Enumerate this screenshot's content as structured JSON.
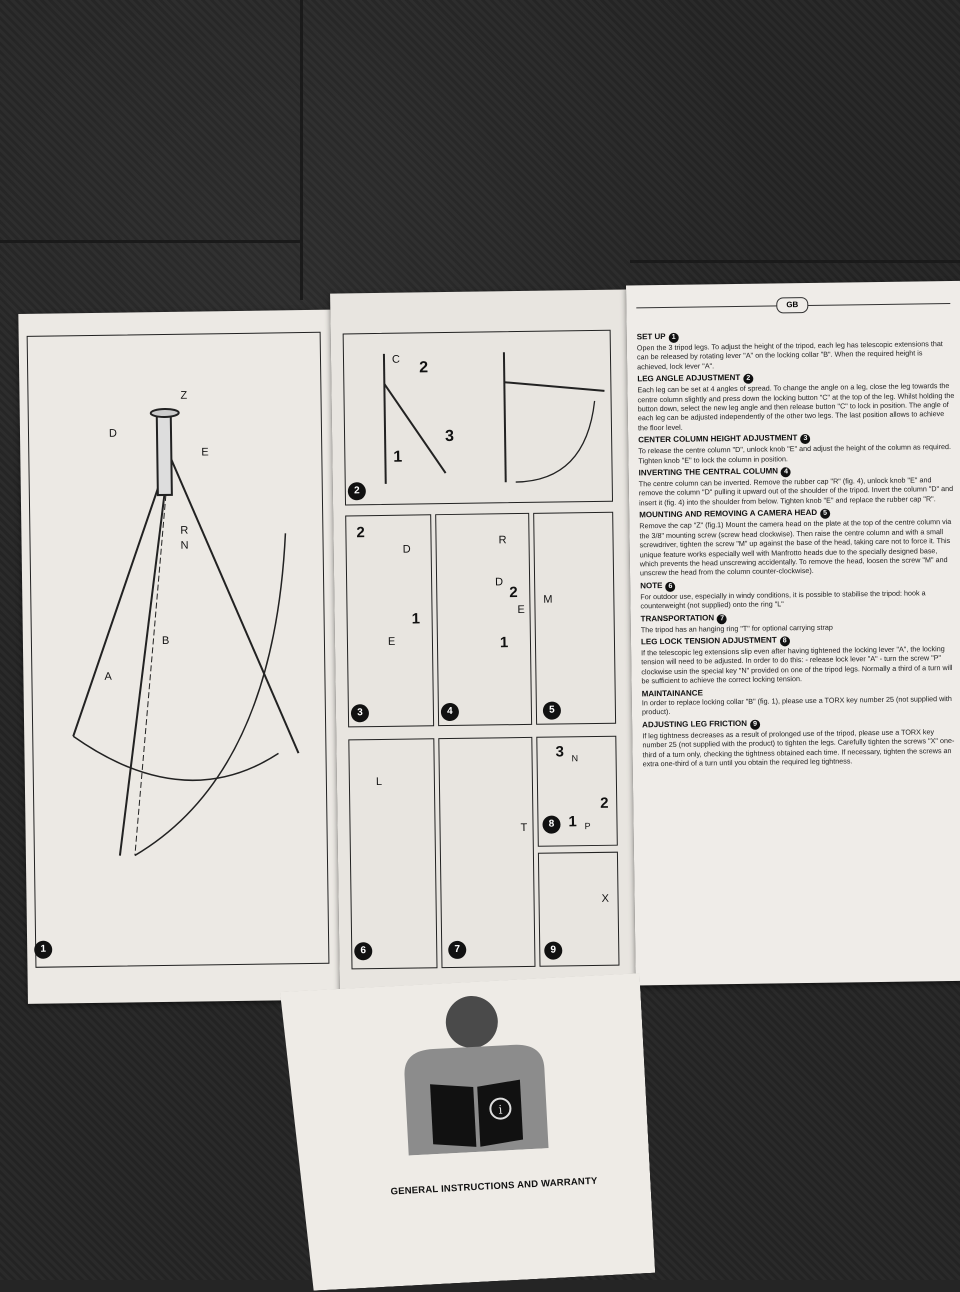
{
  "leaflet": {
    "page1": {
      "labels": [
        "Z",
        "D",
        "E",
        "R",
        "N",
        "B",
        "A"
      ],
      "badge": "1"
    },
    "page2": {
      "panels": [
        {
          "badge": "2",
          "callouts": [
            "C",
            "2",
            "1",
            "3"
          ]
        },
        {
          "badge": "3",
          "callouts": [
            "2",
            "D",
            "1",
            "E"
          ]
        },
        {
          "badge": "4",
          "callouts": [
            "R",
            "D",
            "2",
            "E",
            "1"
          ]
        },
        {
          "badge": "5",
          "callouts": [
            "M"
          ]
        },
        {
          "badge": "6",
          "callouts": [
            "L"
          ]
        },
        {
          "badge": "7",
          "callouts": [
            "T"
          ]
        },
        {
          "badge": "8",
          "callouts": [
            "3",
            "N",
            "2",
            "1",
            "P"
          ]
        },
        {
          "badge": "9",
          "callouts": [
            "X"
          ]
        }
      ]
    },
    "page3": {
      "language_tag": "GB",
      "sections": [
        {
          "title": "SET UP",
          "num": "1",
          "body": "Open the 3 tripod legs. To adjust the height of the tripod, each leg has telescopic extensions that can be released by rotating lever \"A\" on the locking collar \"B\". When the required height is achieved, lock lever \"A\"."
        },
        {
          "title": "LEG ANGLE ADJUSTMENT",
          "num": "2",
          "body": "Each leg can be set at 4 angles of spread. To change the angle on a leg, close the leg towards the centre column slightly and press down the locking button \"C\" at the top of the leg. Whilst holding the button down, select the new leg angle and then release button \"C\" to lock in position. The angle of each leg can be adjusted independently of the other two legs. The last position allows to achieve the floor level."
        },
        {
          "title": "CENTER COLUMN HEIGHT ADJUSTMENT",
          "num": "3",
          "body": "To release the centre column \"D\", unlock knob \"E\" and adjust the height of the column as required. Tighten knob \"E\" to lock the column in position."
        },
        {
          "title": "INVERTING THE CENTRAL COLUMN",
          "num": "4",
          "body": "The centre column can be inverted. Remove the rubber cap \"R\" (fig. 4), unlock knob \"E\" and remove the column \"D\" pulling it upward out of the shoulder of the tripod. Invert the column \"D\" and insert it (fig. 4) into the shoulder from below. Tighten knob \"E\" and replace the rubber cap \"R\"."
        },
        {
          "title": "MOUNTING AND REMOVING A CAMERA HEAD",
          "num": "5",
          "body": "Remove the cap \"Z\" (fig.1) Mount the camera head on the plate at the top of the centre column via the 3/8\" mounting screw (screw head clockwise). Then raise the centre column and with a small screwdriver, tighten the screw \"M\" up against the base of the head, taking care not to force it. This unique feature works especially well with Manfrotto heads due to the specially designed base, which prevents the head unscrewing accidentally. To remove the head, loosen the screw \"M\" and unscrew the head from the column counter-clockwise)."
        },
        {
          "title": "NOTE",
          "num": "6",
          "body": "For outdoor use, especially in windy conditions, it is possible to stabilise the tripod: hook a counterweight (not supplied) onto the ring \"L\""
        },
        {
          "title": "TRANSPORTATION",
          "num": "7",
          "body": "The tripod has an hanging ring \"T\" for optional carrying strap"
        },
        {
          "title": "LEG LOCK TENSION ADJUSTMENT",
          "num": "8",
          "body": "If the telescopic leg extensions slip even after having tightened the locking lever \"A\", the locking tension will need to be adjusted. In order to do this: - release lock lever \"A\" - turn the screw \"P\" clockwise usin the special key \"N\" provided on one of the tripod legs. Normally a third of a turn will be sufficient to achieve the correct locking tension."
        },
        {
          "title": "MAINTAINANCE",
          "num": "",
          "body": "In order to replace locking collar \"B\" (fig. 1), please use a TORX key number 25 (not supplied with product)."
        },
        {
          "title": "ADJUSTING LEG FRICTION",
          "num": "9",
          "body": "If leg tightness decreases as a result of prolonged use of the tripod, please use a TORX key number 25 (not supplied with the product) to tighten the legs. Carefully tighten the screws \"X\" one-third of a turn only, checking the tightness obtained each time. If necessary, tighten the screws an extra one-third of a turn until you obtain the required leg tightness."
        }
      ]
    }
  },
  "booklet": {
    "title": "GENERAL INSTRUCTIONS AND WARRANTY",
    "icon": "info-icon"
  }
}
